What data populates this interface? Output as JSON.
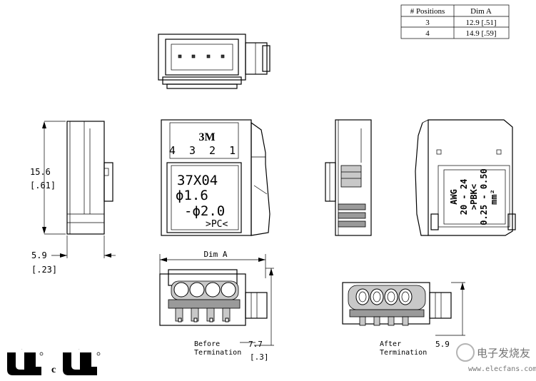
{
  "dimension_table": {
    "headers": [
      "# Positions",
      "Dim A"
    ],
    "rows": [
      {
        "positions": "3",
        "dim": "12.9 [.51]"
      },
      {
        "positions": "4",
        "dim": "14.9 [.59]"
      }
    ]
  },
  "front_label": {
    "brand": "3M",
    "position_numbers": "4 3 2 1",
    "part_number": "37X04",
    "diameter_min": "ϕ1.6",
    "diameter_max": "-ϕ2.0",
    "material": ">PC<"
  },
  "side_label": {
    "line1": "AWG",
    "line2": "20 - 24",
    "line3": ">PBK<",
    "line4": "0.25 - 0.50",
    "line5": "mm²"
  },
  "dimensions": {
    "height": "15.6",
    "height_in": "[.61]",
    "width": "5.9",
    "width_in": "[.23]",
    "dim_a": "Dim A",
    "before_height": "7.7",
    "before_height_in": "[.3]",
    "after_height": "5.9"
  },
  "captions": {
    "before": "Before",
    "before_2": "Termination",
    "after": "After",
    "after_2": "Termination"
  },
  "certification": {
    "ul_mark": "UL",
    "c_prefix": "c",
    "cul_mark": "UL"
  },
  "watermark": {
    "text": "电子发烧友",
    "url": "www.elecfans.com"
  }
}
